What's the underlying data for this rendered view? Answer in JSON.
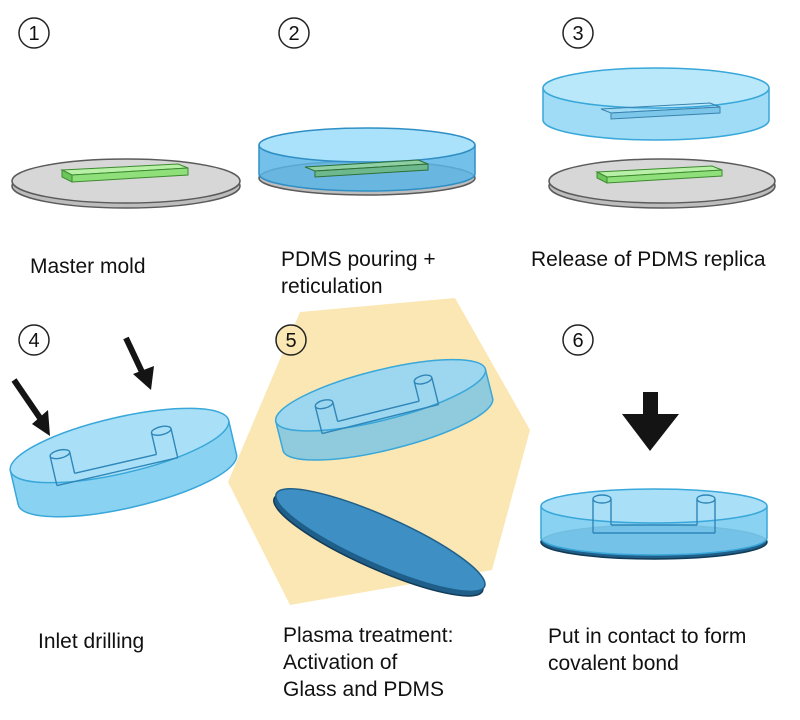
{
  "colors": {
    "pdms_fill": "#8fd6f4",
    "pdms_edge": "#39a7d9",
    "mold_fill": "#d7d7d7",
    "mold_edge": "#5a5a5a",
    "channel_green": "#8fe07a",
    "glass_blue": "#3d8fc4",
    "plasma_bg": "#fbe7b3",
    "arrow": "#141414"
  },
  "steps": [
    {
      "number": "1",
      "caption": [
        "Master mold"
      ]
    },
    {
      "number": "2",
      "caption": [
        "PDMS pouring +",
        "reticulation"
      ]
    },
    {
      "number": "3",
      "caption": [
        "Release of PDMS replica"
      ]
    },
    {
      "number": "4",
      "caption": [
        "Inlet drilling"
      ]
    },
    {
      "number": "5",
      "caption": [
        "Plasma treatment:",
        "Activation of",
        "Glass and PDMS"
      ]
    },
    {
      "number": "6",
      "caption": [
        "Put in contact to form",
        "covalent bond"
      ]
    }
  ]
}
